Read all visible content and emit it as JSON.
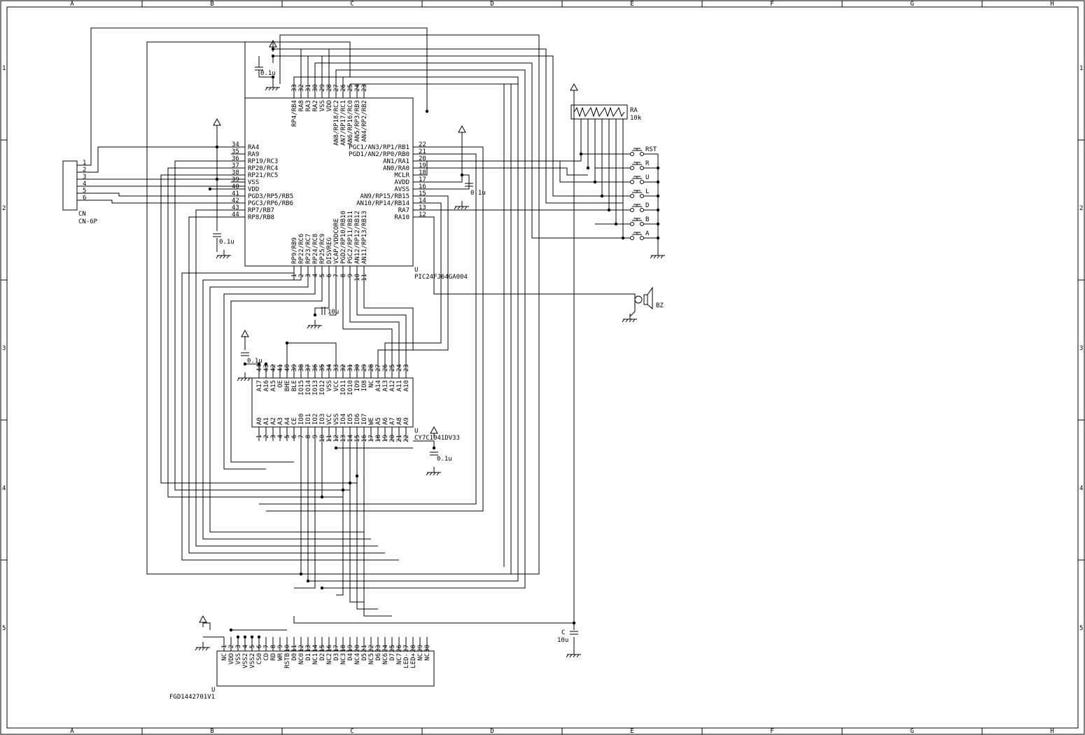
{
  "frame": {
    "cols": [
      "A",
      "B",
      "C",
      "D",
      "E",
      "F",
      "G",
      "H"
    ],
    "rows": [
      "1",
      "2",
      "3",
      "4",
      "5"
    ]
  },
  "mcu": {
    "ref": "U",
    "part": "PIC24FJ64GA004",
    "top_pins": [
      {
        "num": "33",
        "name": "RP4/RB4"
      },
      {
        "num": "32",
        "name": "RA8"
      },
      {
        "num": "31",
        "name": "RA3"
      },
      {
        "num": "30",
        "name": "RA2"
      },
      {
        "num": "29",
        "name": "VSS"
      },
      {
        "num": "28",
        "name": "VDD"
      },
      {
        "num": "27",
        "name": "AN8/RP18/RC2"
      },
      {
        "num": "26",
        "name": "AN7/RP17/RC1"
      },
      {
        "num": "25",
        "name": "AN6/RP16/RC0"
      },
      {
        "num": "24",
        "name": "AN5/RP3/RB3"
      },
      {
        "num": "23",
        "name": "AN4/RP2/RB2"
      }
    ],
    "left_pins": [
      {
        "num": "34",
        "name": "RA4"
      },
      {
        "num": "35",
        "name": "RA9"
      },
      {
        "num": "36",
        "name": "RP19/RC3"
      },
      {
        "num": "37",
        "name": "RP20/RC4"
      },
      {
        "num": "38",
        "name": "RP21/RC5"
      },
      {
        "num": "39",
        "name": "VSS"
      },
      {
        "num": "40",
        "name": "VDD"
      },
      {
        "num": "41",
        "name": "PGD3/RP5/RB5"
      },
      {
        "num": "42",
        "name": "PGC3/RP6/RB6"
      },
      {
        "num": "43",
        "name": "RP7/RB7"
      },
      {
        "num": "44",
        "name": "RP8/RB8"
      }
    ],
    "right_pins": [
      {
        "num": "22",
        "name": "PGC1/AN3/RP1/RB1"
      },
      {
        "num": "21",
        "name": "PGD1/AN2/RP0/RB0"
      },
      {
        "num": "20",
        "name": "AN1/RA1"
      },
      {
        "num": "19",
        "name": "AN0/RA0"
      },
      {
        "num": "18",
        "name": "MCLR"
      },
      {
        "num": "17",
        "name": "AVDD"
      },
      {
        "num": "16",
        "name": "AVSS"
      },
      {
        "num": "15",
        "name": "AN9/RP15/RB15"
      },
      {
        "num": "14",
        "name": "AN10/RP14/RB14"
      },
      {
        "num": "13",
        "name": "RA7"
      },
      {
        "num": "12",
        "name": "RA10"
      }
    ],
    "bottom_pins": [
      {
        "num": "1",
        "name": "RP9/RB9"
      },
      {
        "num": "2",
        "name": "RP22/RC6"
      },
      {
        "num": "3",
        "name": "RP23/RC7"
      },
      {
        "num": "4",
        "name": "RP24/RC8"
      },
      {
        "num": "5",
        "name": "RP25/RC9"
      },
      {
        "num": "6",
        "name": "DISVREG"
      },
      {
        "num": "7",
        "name": "VCAP/VDDCORE"
      },
      {
        "num": "8",
        "name": "PGD2/RP10/RB10"
      },
      {
        "num": "9",
        "name": "PGC2/RP11/RB11"
      },
      {
        "num": "10",
        "name": "AN12/RP12/RB12"
      },
      {
        "num": "11",
        "name": "AN11/RP13/RB13"
      }
    ]
  },
  "sram": {
    "ref": "U",
    "part": "CY7C1041DV33",
    "top_pins": [
      {
        "num": "44",
        "name": "A17"
      },
      {
        "num": "43",
        "name": "A16"
      },
      {
        "num": "42",
        "name": "A15"
      },
      {
        "num": "41",
        "name": "OE"
      },
      {
        "num": "40",
        "name": "BHE"
      },
      {
        "num": "39",
        "name": "BLE"
      },
      {
        "num": "38",
        "name": "IO15"
      },
      {
        "num": "37",
        "name": "IO14"
      },
      {
        "num": "36",
        "name": "IO13"
      },
      {
        "num": "35",
        "name": "IO12"
      },
      {
        "num": "34",
        "name": "VSS"
      },
      {
        "num": "33",
        "name": "VCC"
      },
      {
        "num": "32",
        "name": "IO11"
      },
      {
        "num": "31",
        "name": "IO10"
      },
      {
        "num": "30",
        "name": "IO9"
      },
      {
        "num": "29",
        "name": "IO8"
      },
      {
        "num": "28",
        "name": "NC"
      },
      {
        "num": "27",
        "name": "A14"
      },
      {
        "num": "26",
        "name": "A13"
      },
      {
        "num": "25",
        "name": "A12"
      },
      {
        "num": "24",
        "name": "A11"
      },
      {
        "num": "23",
        "name": "A10"
      }
    ],
    "bottom_pins": [
      {
        "num": "1",
        "name": "A0"
      },
      {
        "num": "2",
        "name": "A1"
      },
      {
        "num": "3",
        "name": "A2"
      },
      {
        "num": "4",
        "name": "A3"
      },
      {
        "num": "5",
        "name": "A4"
      },
      {
        "num": "6",
        "name": "CE"
      },
      {
        "num": "7",
        "name": "IO0"
      },
      {
        "num": "8",
        "name": "IO1"
      },
      {
        "num": "9",
        "name": "IO2"
      },
      {
        "num": "10",
        "name": "IO3"
      },
      {
        "num": "11",
        "name": "VCC"
      },
      {
        "num": "12",
        "name": "VSS"
      },
      {
        "num": "13",
        "name": "IO4"
      },
      {
        "num": "14",
        "name": "IO5"
      },
      {
        "num": "15",
        "name": "IO6"
      },
      {
        "num": "16",
        "name": "IO7"
      },
      {
        "num": "17",
        "name": "WE"
      },
      {
        "num": "18",
        "name": "A5"
      },
      {
        "num": "19",
        "name": "A6"
      },
      {
        "num": "20",
        "name": "A7"
      },
      {
        "num": "21",
        "name": "A8"
      },
      {
        "num": "22",
        "name": "A9"
      }
    ]
  },
  "lcd": {
    "ref": "U",
    "part": "FGD1442701V1",
    "pins": [
      {
        "num": "1",
        "name": "NC"
      },
      {
        "num": "2",
        "name": "VDD"
      },
      {
        "num": "3",
        "name": "VSS"
      },
      {
        "num": "4",
        "name": "VSS2"
      },
      {
        "num": "5",
        "name": "VSS2"
      },
      {
        "num": "6",
        "name": "CS0"
      },
      {
        "num": "7",
        "name": "CD"
      },
      {
        "num": "8",
        "name": "RD"
      },
      {
        "num": "9",
        "name": "WR"
      },
      {
        "num": "10",
        "name": "RSTB"
      },
      {
        "num": "11",
        "name": "D0"
      },
      {
        "num": "12",
        "name": "NC0"
      },
      {
        "num": "13",
        "name": "D1"
      },
      {
        "num": "14",
        "name": "NC1"
      },
      {
        "num": "15",
        "name": "D2"
      },
      {
        "num": "16",
        "name": "NC2"
      },
      {
        "num": "17",
        "name": "D3"
      },
      {
        "num": "18",
        "name": "NC3"
      },
      {
        "num": "19",
        "name": "D4"
      },
      {
        "num": "20",
        "name": "NC4"
      },
      {
        "num": "21",
        "name": "D5"
      },
      {
        "num": "22",
        "name": "NC5"
      },
      {
        "num": "23",
        "name": "D6"
      },
      {
        "num": "24",
        "name": "NC6"
      },
      {
        "num": "25",
        "name": "D7"
      },
      {
        "num": "26",
        "name": "NC7"
      },
      {
        "num": "27",
        "name": "LED-"
      },
      {
        "num": "28",
        "name": "LED+"
      },
      {
        "num": "29",
        "name": "NC"
      },
      {
        "num": "30",
        "name": "NC"
      }
    ]
  },
  "connector": {
    "ref": "CN",
    "part": "CN-6P",
    "pins": [
      "1",
      "2",
      "3",
      "4",
      "5",
      "6"
    ]
  },
  "resistor_array": {
    "ref": "RA",
    "value": "10k"
  },
  "buttons": [
    "RST",
    "R",
    "U",
    "L",
    "D",
    "B",
    "A"
  ],
  "buzzer": {
    "ref": "BZ"
  },
  "capacitors": [
    {
      "id": "c-top",
      "value": "0.1u"
    },
    {
      "id": "c-left",
      "value": "0.1u"
    },
    {
      "id": "c-right",
      "value": "0.1u"
    },
    {
      "id": "c-vcap",
      "value": "10u"
    },
    {
      "id": "c-sram-top",
      "value": "0.1u"
    },
    {
      "id": "c-sram-bot",
      "value": "0.1u"
    },
    {
      "id": "c-big",
      "ref": "C",
      "value": "10u"
    }
  ]
}
